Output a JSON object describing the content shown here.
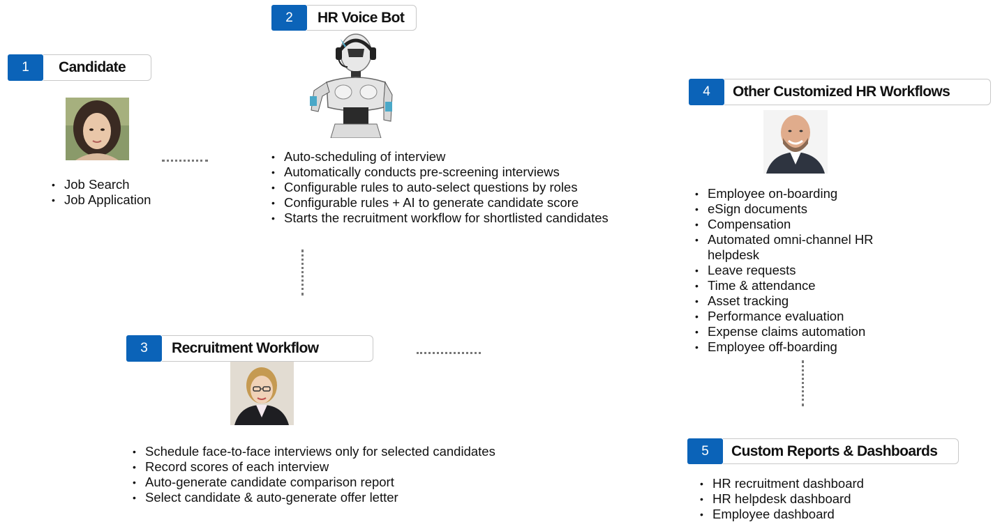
{
  "steps": [
    {
      "number": "1",
      "title": "Candidate",
      "icon": "candidate-woman-portrait",
      "items": [
        "Job Search",
        "Job Application"
      ]
    },
    {
      "number": "2",
      "title": "HR Voice Bot",
      "icon": "robot-with-headset",
      "items": [
        "Auto-scheduling of interview",
        "Automatically conducts pre-screening interviews",
        "Configurable rules to auto-select questions by roles",
        "Configurable rules + AI to generate candidate score",
        "Starts the recruitment workflow for shortlisted candidates"
      ]
    },
    {
      "number": "3",
      "title": "Recruitment Workflow",
      "icon": "recruiter-woman-portrait",
      "items": [
        "Schedule face-to-face interviews only for selected candidates",
        "Record scores of each interview",
        "Auto-generate candidate comparison report",
        "Select candidate & auto-generate offer letter"
      ]
    },
    {
      "number": "4",
      "title": "Other Customized  HR Workflows",
      "icon": "smiling-man-portrait",
      "items": [
        "Employee on-boarding",
        "eSign documents",
        "Compensation",
        "Automated omni-channel HR helpdesk",
        "Leave requests",
        "Time & attendance",
        "Asset tracking",
        "Performance evaluation",
        "Expense claims automation",
        "Employee off-boarding"
      ]
    },
    {
      "number": "5",
      "title": "Custom Reports & Dashboards",
      "items": [
        "HR recruitment dashboard",
        "HR helpdesk dashboard",
        "Employee dashboard"
      ]
    }
  ],
  "colors": {
    "badge": "#0b63b8",
    "border": "#c8c8c8",
    "connector": "#777777"
  }
}
